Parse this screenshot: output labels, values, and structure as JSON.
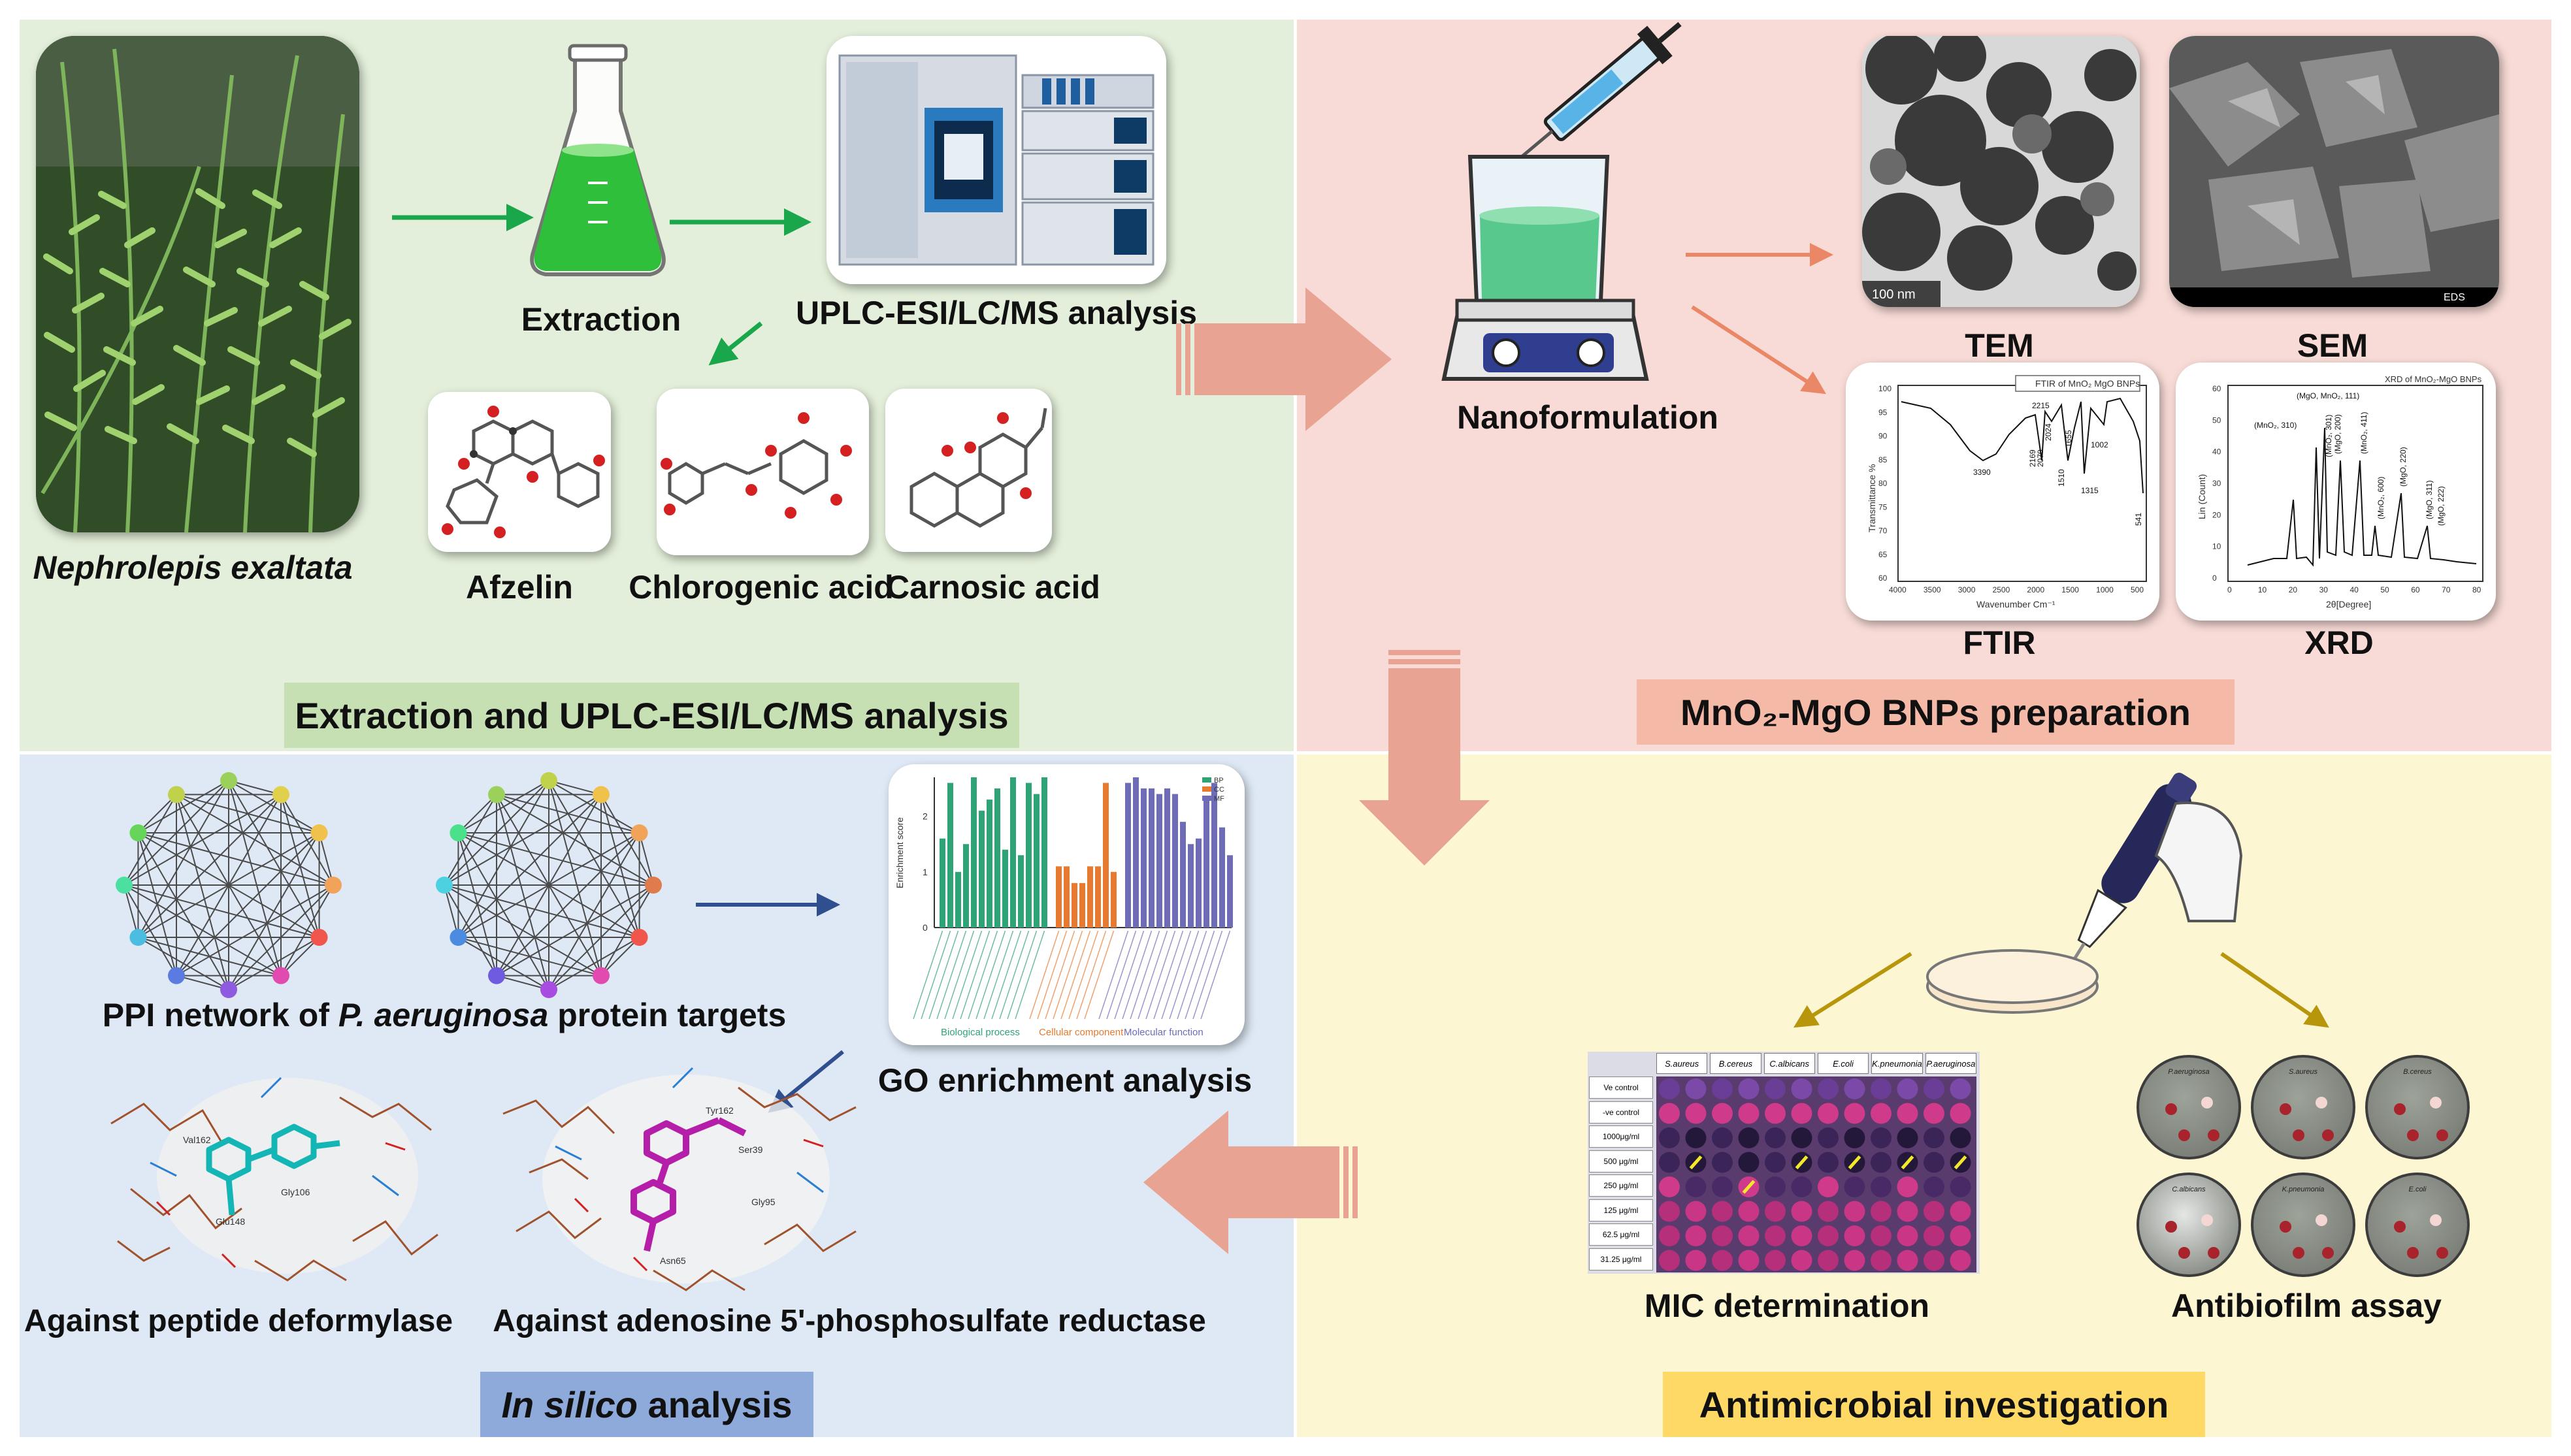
{
  "colors": {
    "extraction_bg": "#e3efda",
    "nano_bg": "#f8dbd6",
    "insilico_bg": "#dfe9f5",
    "antimicrobial_bg": "#fdf6d3",
    "extraction_banner": "#c6e0b4",
    "nano_banner": "#f4b9a7",
    "insilico_banner": "#8eaadb",
    "antimicrobial_banner": "#ffd966",
    "green_arrow": "#1aa64a",
    "salmon_arrow": "#e8a393",
    "orange_arrow": "#e98766",
    "olive_arrow": "#b8960c",
    "navy_arrow": "#2f4f8f"
  },
  "extraction": {
    "plant_label": "Nephrolepis exaltata",
    "flask_label": "Extraction",
    "uplc_label": "UPLC-ESI/LC/MS analysis",
    "compounds": [
      "Afzelin",
      "Chlorogenic acid",
      "Carnosic acid"
    ],
    "banner": "Extraction and UPLC-ESI/LC/MS analysis"
  },
  "nano": {
    "stirrer_label": "Nanoformulation",
    "tem_label": "TEM",
    "sem_label": "SEM",
    "ftir_label": "FTIR",
    "xrd_label": "XRD",
    "banner": "MnO₂-MgO BNPs  preparation",
    "ftir_legend": "FTIR of MnO₂ MgO BNPs",
    "ftir_ylabel": "Transmittance %",
    "ftir_xlabel": "Wavenumber Cm⁻¹",
    "ftir_peaks": [
      "3390",
      "2215",
      "2169",
      "2070",
      "2024",
      "1655",
      "1510",
      "1315",
      "1002",
      "541"
    ],
    "ftir_yticks": [
      "100",
      "95",
      "90",
      "85",
      "80",
      "75",
      "70",
      "65",
      "60"
    ],
    "ftir_xticks": [
      "4000",
      "3500",
      "3000",
      "2500",
      "2000",
      "1500",
      "1000",
      "500"
    ],
    "xrd_legend": "XRD of MnO₂-MgO BNPs",
    "xrd_ylabel": "Lin (Count)",
    "xrd_xlabel": "2θ[Degree]",
    "xrd_peaks": [
      "(MgO, MnO₂, 111)",
      "(MnO₂, 310)",
      "(MnO₂, 301)",
      "(MgO, 200)",
      "(MnO₂, 411)",
      "(MnO₂, 600)",
      "(MgO, 220)",
      "(MgO, 311)",
      "(MgO, 222)"
    ],
    "xrd_yticks": [
      "60",
      "50",
      "40",
      "30",
      "20",
      "10",
      "0"
    ],
    "xrd_xticks": [
      "0",
      "10",
      "20",
      "30",
      "40",
      "50",
      "60",
      "70",
      "80"
    ],
    "tem_scale": "100 nm",
    "sem_info": "EDS"
  },
  "insilico": {
    "ppi_label_pre": "PPI network of ",
    "ppi_label_ital": "P. aeruginosa",
    "ppi_label_post": " protein targets",
    "go_label": "GO enrichment analysis",
    "go_ylabel": "Enrichment score",
    "go_yticks": [
      "2",
      "1",
      "0"
    ],
    "go_categories": [
      "Biological process",
      "Cellular component",
      "Molecular function"
    ],
    "go_legend": [
      "BP",
      "CC",
      "MF"
    ],
    "dock1_label": "Against peptide deformylase",
    "dock2_label": "Against adenosine 5'-phosphosulfate reductase",
    "banner_ital": "In silico",
    "banner_rest": " analysis",
    "dock1_residues": [
      "Val162",
      "Glu148",
      "Gly106"
    ],
    "dock2_residues": [
      "Tyr162",
      "Ser39",
      "Gly95",
      "Asn65"
    ]
  },
  "antimicrobial": {
    "mic_label": "MIC determination",
    "biofilm_label": "Antibiofilm assay",
    "banner": "Antimicrobial investigation",
    "plate_columns": [
      "S.aureus",
      "B.cereus",
      "C.albicans",
      "E.coli",
      "K.pneumonia",
      "P.aeruginosa"
    ],
    "plate_rows": [
      "Ve control",
      "-ve control",
      "1000μg/ml",
      "500 μg/ml",
      "250 μg/ml",
      "125 μg/ml",
      "62.5 μg/ml",
      "31.25 μg/ml"
    ],
    "dish_labels": [
      "P.aeruginosa",
      "S.aureus",
      "B.cereus",
      "C.albicans",
      "K.pneumonia",
      "E.coli"
    ]
  },
  "chart_data": [
    {
      "type": "bar",
      "title": "GO enrichment",
      "ylabel": "Enrichment score",
      "ylim": [
        0,
        2.7
      ],
      "series": [
        {
          "name": "BP",
          "values": [
            1.6,
            2.6,
            1.0,
            1.5,
            2.7,
            2.1,
            2.3,
            2.5,
            1.4,
            2.7,
            1.3,
            2.6,
            2.4,
            2.7
          ]
        },
        {
          "name": "CC",
          "values": [
            1.1,
            1.1,
            0.8,
            0.8,
            1.1,
            1.1,
            2.6,
            1.0
          ]
        },
        {
          "name": "MF",
          "values": [
            2.6,
            2.7,
            2.5,
            2.5,
            2.4,
            2.5,
            2.4,
            1.9,
            1.5,
            1.6,
            2.3,
            2.6,
            1.8,
            1.3
          ]
        }
      ]
    }
  ]
}
